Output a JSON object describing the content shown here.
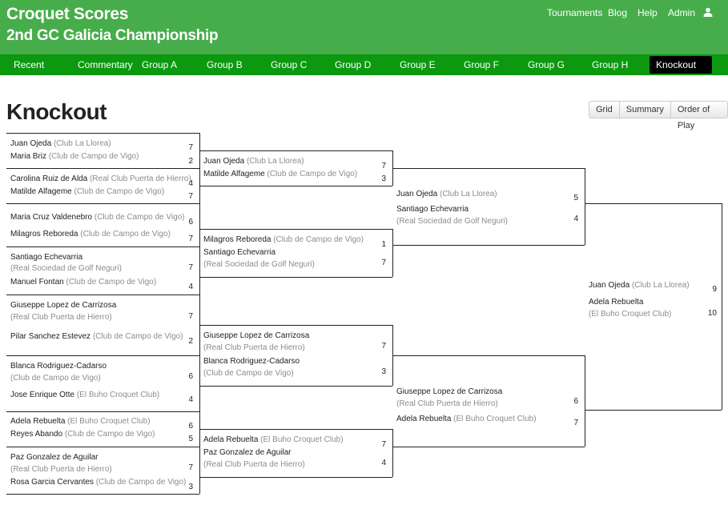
{
  "header": {
    "site_title": "Croquet Scores",
    "event_title": "2nd GC Galicia Championship",
    "links": [
      "Tournaments",
      "Blog",
      "Help",
      "Admin"
    ]
  },
  "nav": {
    "tabs": [
      "Recent",
      "Commentary",
      "Group A",
      "Group B",
      "Group C",
      "Group D",
      "Group E",
      "Group F",
      "Group G",
      "Group H",
      "Knockout"
    ],
    "active": "Knockout"
  },
  "page": {
    "title": "Knockout",
    "view_buttons": [
      "Grid",
      "Summary",
      "Order of Play"
    ]
  },
  "bracket": {
    "round1": [
      {
        "p1": "Juan Ojeda",
        "c1": "(Club La Llorea)",
        "s1": "7",
        "p2": "Maria Briz",
        "c2": "(Club de Campo de Vigo)",
        "s2": "2"
      },
      {
        "p1": "Carolina Ruiz de Alda",
        "c1": "(Real Club Puerta de Hierro)",
        "s1": "4",
        "p2": "Matilde Alfageme",
        "c2": "(Club de Campo de Vigo)",
        "s2": "7"
      },
      {
        "p1": "Maria Cruz Valdenebro",
        "c1": "(Club de Campo de Vigo)",
        "s1": "6",
        "p2": "Milagros Reboreda",
        "c2": "(Club de Campo de Vigo)",
        "s2": "7"
      },
      {
        "p1": "Santiago Echevarria",
        "c1": "(Real Sociedad de Golf Neguri)",
        "s1": "7",
        "p2": "Manuel Fontan",
        "c2": "(Club de Campo de Vigo)",
        "s2": "4"
      },
      {
        "p1": "Giuseppe Lopez de Carrizosa",
        "c1": "(Real Club Puerta de Hierro)",
        "s1": "7",
        "p2": "Pilar Sanchez Estevez",
        "c2": "(Club de Campo de Vigo)",
        "s2": "2"
      },
      {
        "p1": "Blanca Rodriguez-Cadarso",
        "c1": "(Club de Campo de Vigo)",
        "s1": "6",
        "p2": "Jose Enrique Otte",
        "c2": "(El Buho Croquet Club)",
        "s2": "4"
      },
      {
        "p1": "Adela Rebuelta",
        "c1": "(El Buho Croquet Club)",
        "s1": "6",
        "p2": "Reyes Abando",
        "c2": "(Club de Campo de Vigo)",
        "s2": "5"
      },
      {
        "p1": "Paz Gonzalez de Aguilar",
        "c1": "(Real Club Puerta de Hierro)",
        "s1": "7",
        "p2": "Rosa Garcia Cervantes",
        "c2": "(Club de Campo de Vigo)",
        "s2": "3"
      }
    ],
    "round2": [
      {
        "p1": "Juan Ojeda",
        "c1": "(Club La Llorea)",
        "s1": "7",
        "p2": "Matilde Alfageme",
        "c2": "(Club de Campo de Vigo)",
        "s2": "3"
      },
      {
        "p1": "Milagros Reboreda",
        "c1": "(Club de Campo de Vigo)",
        "s1": "1",
        "p2": "Santiago Echevarria",
        "c2": "(Real Sociedad de Golf Neguri)",
        "s2": "7"
      },
      {
        "p1": "Giuseppe Lopez de Carrizosa",
        "c1": "(Real Club Puerta de Hierro)",
        "s1": "7",
        "p2": "Blanca Rodriguez-Cadarso",
        "c2": "(Club de Campo de Vigo)",
        "s2": "3"
      },
      {
        "p1": "Adela Rebuelta",
        "c1": "(El Buho Croquet Club)",
        "s1": "7",
        "p2": "Paz Gonzalez de Aguilar",
        "c2": "(Real Club Puerta de Hierro)",
        "s2": "4"
      }
    ],
    "semis": [
      {
        "p1": "Juan Ojeda",
        "c1": "(Club La Llorea)",
        "s1": "5",
        "p2": "Santiago Echevarria",
        "c2": "(Real Sociedad de Golf Neguri)",
        "s2": "4"
      },
      {
        "p1": "Giuseppe Lopez de Carrizosa",
        "c1": "(Real Club Puerta de Hierro)",
        "s1": "6",
        "p2": "Adela Rebuelta",
        "c2": "(El Buho Croquet Club)",
        "s2": "7"
      }
    ],
    "final": {
      "p1": "Juan Ojeda",
      "c1": "(Club La Llorea)",
      "s1": "9",
      "p2": "Adela Rebuelta",
      "c2": "(El Buho Croquet Club)",
      "s2": "10"
    }
  }
}
